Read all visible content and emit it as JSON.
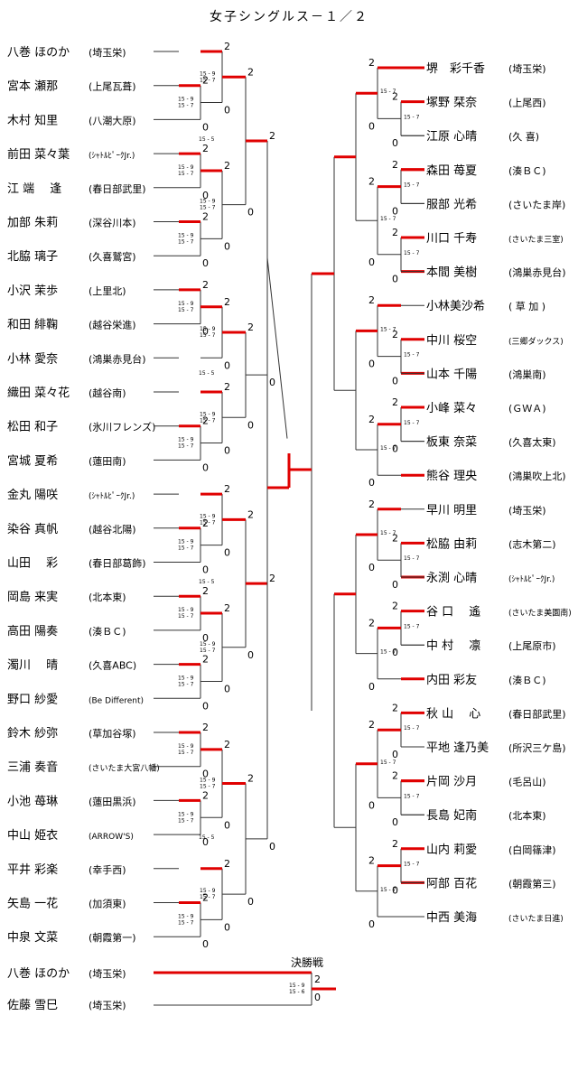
{
  "title": "女子シングルス－１／２",
  "colors": {
    "winner_line": "#e00000",
    "line": "#333333"
  },
  "left_players": [
    {
      "name": "八巻 ほのか",
      "aff": "(埼玉栄)"
    },
    {
      "name": "宮本 瀬那",
      "aff": "(上尾瓦葺)"
    },
    {
      "name": "木村 知里",
      "aff": "(八潮大原)"
    },
    {
      "name": "前田 菜々葉",
      "aff": "(ｼｬﾄﾙﾋﾟｰｸJr.)"
    },
    {
      "name": "江 端　 逢",
      "aff": "(春日部武里)"
    },
    {
      "name": "加部 朱莉",
      "aff": "(深谷川本)"
    },
    {
      "name": "北脇 璃子",
      "aff": "(久喜鷲宮)"
    },
    {
      "name": "小沢 茉歩",
      "aff": "(上里北)"
    },
    {
      "name": "和田 緋鞠",
      "aff": "(越谷栄進)"
    },
    {
      "name": "小林 愛奈",
      "aff": "(鴻巣赤見台)"
    },
    {
      "name": "織田 菜々花",
      "aff": "(越谷南)"
    },
    {
      "name": "松田 和子",
      "aff": "(氷川フレンズ)"
    },
    {
      "name": "宮城 夏希",
      "aff": "(蓮田南)"
    },
    {
      "name": "金丸 陽咲",
      "aff": "(ｼｬﾄﾙﾋﾟｰｸJr.)"
    },
    {
      "name": "染谷 真帆",
      "aff": "(越谷北陽)"
    },
    {
      "name": "山田　 彩",
      "aff": "(春日部葛飾)"
    },
    {
      "name": "岡島 来実",
      "aff": "(北本東)"
    },
    {
      "name": "高田 陽奏",
      "aff": "(湊ＢＣ)"
    },
    {
      "name": "濁川　 晴",
      "aff": "(久喜ABC)"
    },
    {
      "name": "野口 紗愛",
      "aff": "(Be Different)"
    },
    {
      "name": "鈴木 紗弥",
      "aff": "(草加谷塚)"
    },
    {
      "name": "三浦 奏音",
      "aff": "(さいたま大宮八幡)"
    },
    {
      "name": "小池 苺琳",
      "aff": "(蓮田黒浜)"
    },
    {
      "name": "中山 姫衣",
      "aff": "(ARROW'S)"
    },
    {
      "name": "平井 彩楽",
      "aff": "(幸手西)"
    },
    {
      "name": "矢島 一花",
      "aff": "(加須東)"
    },
    {
      "name": "中泉 文菜",
      "aff": "(朝霞第一)"
    }
  ],
  "right_players": [
    {
      "name": "堺　彩千香",
      "aff": "(埼玉栄)"
    },
    {
      "name": "塚野 栞奈",
      "aff": "(上尾西)"
    },
    {
      "name": "江原 心晴",
      "aff": "(久 喜)"
    },
    {
      "name": "森田 苺夏",
      "aff": "(湊ＢＣ)"
    },
    {
      "name": "服部 光希",
      "aff": "(さいたま岸)"
    },
    {
      "name": "川口 千寿",
      "aff": "(さいたま三室)"
    },
    {
      "name": "本間 美樹",
      "aff": "(鴻巣赤見台)"
    },
    {
      "name": "小林美沙希",
      "aff": "( 草 加 )"
    },
    {
      "name": "中川 桜空",
      "aff": "(三郷ダックス)"
    },
    {
      "name": "山本 千陽",
      "aff": "(鴻巣南)"
    },
    {
      "name": "小峰 菜々",
      "aff": "(ＧＷＡ)"
    },
    {
      "name": "板東 奈菜",
      "aff": "(久喜太東)"
    },
    {
      "name": "熊谷 理央",
      "aff": "(鴻巣吹上北)"
    },
    {
      "name": "早川 明里",
      "aff": "(埼玉栄)"
    },
    {
      "name": "松脇 由莉",
      "aff": "(志木第二)"
    },
    {
      "name": "永渕 心晴",
      "aff": "(ｼｬﾄﾙﾋﾟｰｸJr.)"
    },
    {
      "name": "谷 口　 遙",
      "aff": "(さいたま美園南)"
    },
    {
      "name": "中 村　 凛",
      "aff": "(上尾原市)"
    },
    {
      "name": "内田 彩友",
      "aff": "(湊ＢＣ)"
    },
    {
      "name": "秋 山　 心",
      "aff": "(春日部武里)"
    },
    {
      "name": "平地 逢乃美",
      "aff": "(所沢三ケ島)"
    },
    {
      "name": "片岡 沙月",
      "aff": "(毛呂山)"
    },
    {
      "name": "長島 妃南",
      "aff": "(北本東)"
    },
    {
      "name": "山内 莉愛",
      "aff": "(白岡篠津)"
    },
    {
      "name": "阿部 百花",
      "aff": "(朝霞第三)"
    },
    {
      "name": "中西 美海",
      "aff": "(さいたま日進)"
    }
  ],
  "final": {
    "label": "決勝戦",
    "player1": {
      "name": "八巻 ほのか",
      "aff": "(埼玉栄)"
    },
    "player2": {
      "name": "佐藤 雪巳",
      "aff": "(埼玉栄)"
    },
    "result1": "2",
    "result2": "0",
    "scores": [
      "15 - 9",
      "15 - 6"
    ]
  }
}
